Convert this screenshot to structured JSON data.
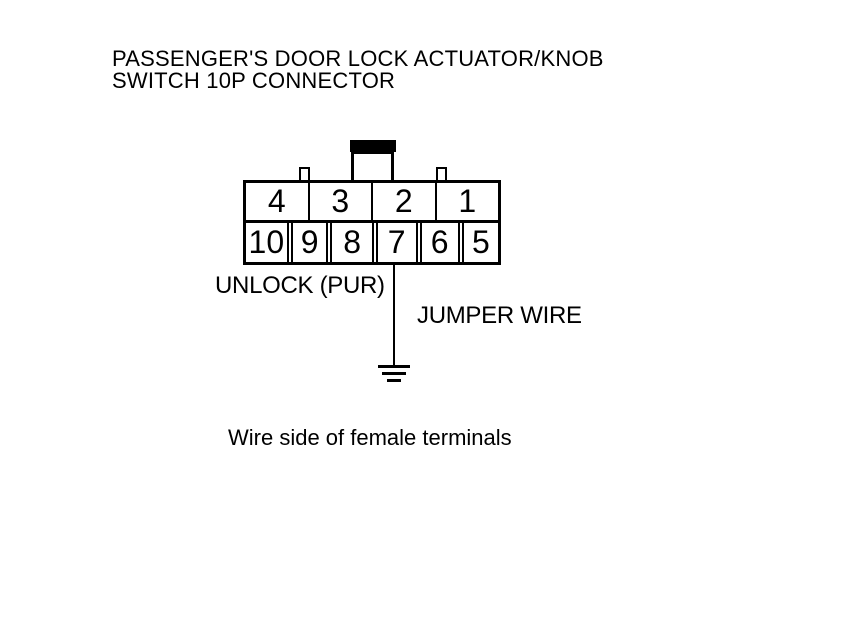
{
  "page": {
    "background": "#ffffff",
    "ink": "#000000"
  },
  "title": {
    "line1": "PASSENGER'S DOOR LOCK ACTUATOR/KNOB",
    "line2": "SWITCH 10P CONNECTOR"
  },
  "connector": {
    "type": "10P connector, wire side of female terminals",
    "top_row_pins": [
      "4",
      "3",
      "2",
      "1"
    ],
    "bottom_row_pins": [
      "10",
      "9",
      "8",
      "7",
      "6",
      "5"
    ],
    "wired_pin": "7"
  },
  "labels": {
    "wire_label": "UNLOCK (PUR)",
    "jumper_label": "JUMPER WIRE",
    "caption": "Wire side of female terminals"
  },
  "symbols": {
    "ground": "earth-ground-symbol",
    "key_tab": "connector-keying-tab"
  }
}
